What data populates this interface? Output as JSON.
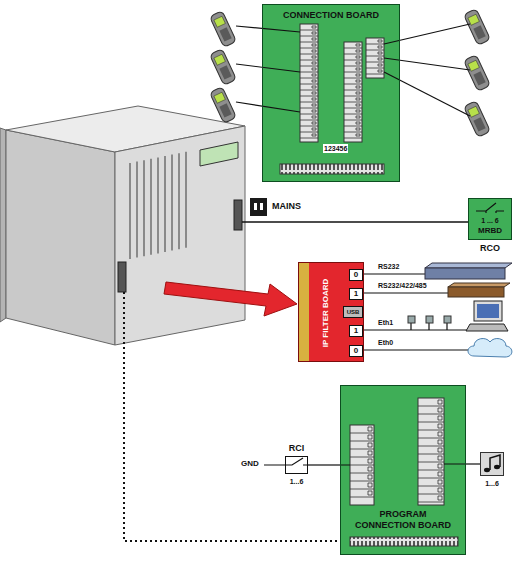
{
  "diagram": {
    "nodes": [
      {
        "text": [
          "CONNECTION BOARD"
        ]
      },
      {
        "text": [
          "1 ... 6",
          "MRBD",
          "RCO"
        ]
      },
      {
        "text": [
          "IP FILTER BOARD"
        ]
      },
      {
        "text": [
          "0"
        ],
        "in": 2
      },
      {
        "text": [
          "1"
        ],
        "in": 2
      },
      {
        "text": [
          "USB"
        ],
        "in": 2
      },
      {
        "text": [
          "1"
        ],
        "in": 2
      },
      {
        "text": [
          "0"
        ],
        "in": 2
      },
      {
        "text": [
          "PROGRAM CONNECTION BOARD"
        ]
      },
      {
        "text": [
          "RCI",
          "1...6"
        ]
      },
      {
        "text": [
          "1...6"
        ]
      }
    ],
    "edges": [
      {
        "from": 9,
        "to": 8,
        "arrow": "none"
      },
      {
        "from": 8,
        "to": 10,
        "arrow": "none"
      }
    ],
    "labels": [
      "123456",
      "MAINS",
      "RS232",
      "RS232/422/485",
      "Eth1",
      "Eth0",
      "GND"
    ]
  }
}
